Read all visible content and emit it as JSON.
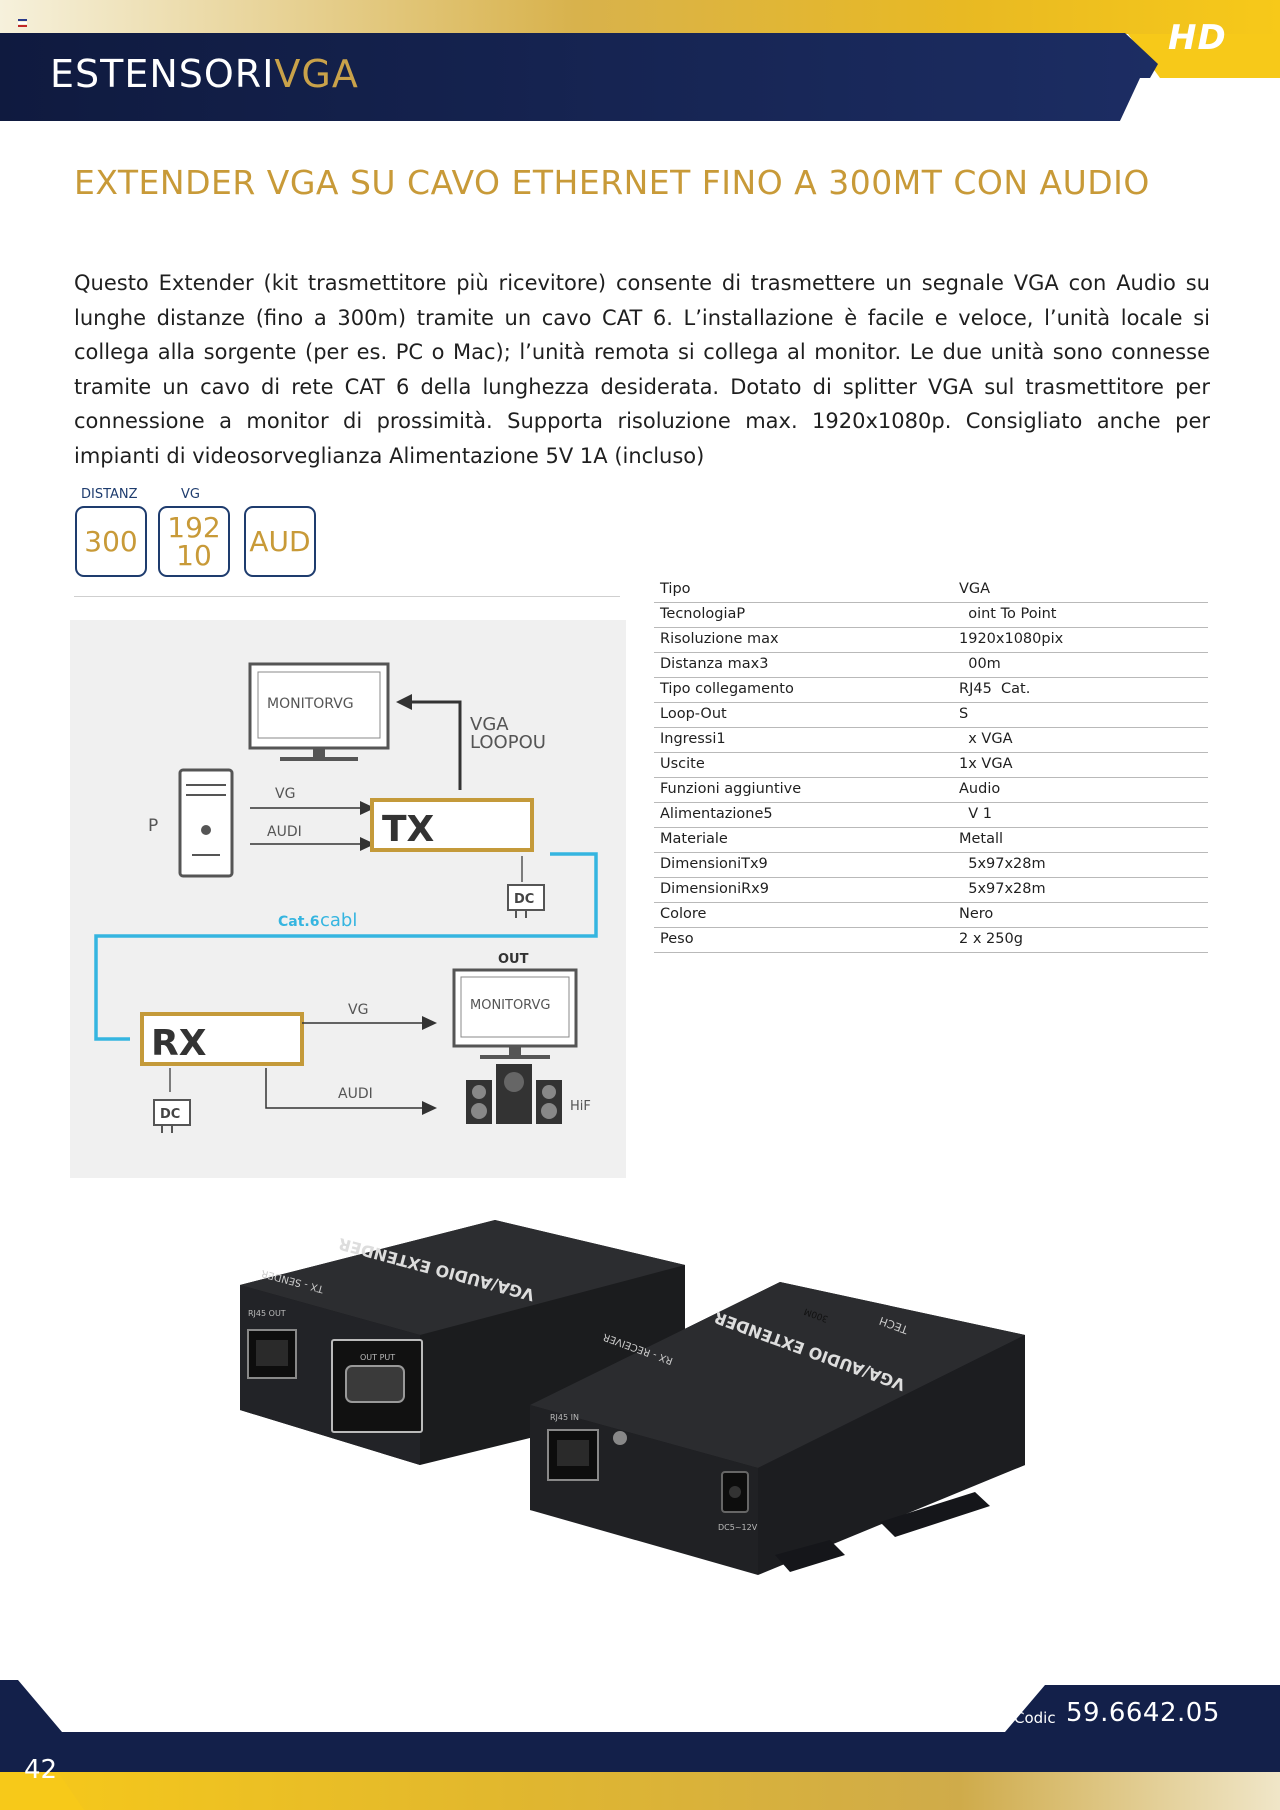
{
  "header": {
    "title_main": "ESTENSORI",
    "title_accent": "VGA",
    "badge": "HD"
  },
  "product": {
    "title": "EXTENDER VGA SU CAVO ETHERNET FINO A 300MT CON AUDIO",
    "description": "Questo Extender (kit trasmettitore più ricevitore) consente di trasmettere un segnale VGA con Audio su lunghe distanze (fino a 300m) tramite un cavo CAT 6. L’installazione è facile e veloce, l’unità locale si collega alla sorgente (per es. PC o Mac); l’unità remota si collega al monitor. Le due unità sono connesse tramite un cavo di rete CAT 6 della lunghezza desiderata. Dotato di splitter VGA sul trasmettitore per connessione a monitor di prossimità. Supporta risoluzione max. 1920x1080p. Consigliato anche per impianti di videosorveglianza Alimentazione 5V 1A (incluso)"
  },
  "badges": [
    {
      "label": "DISTANZ",
      "lines": [
        "300"
      ]
    },
    {
      "label": "VG",
      "lines": [
        "192",
        "10"
      ]
    },
    {
      "label": "",
      "lines": [
        "AUD"
      ]
    }
  ],
  "specs": [
    {
      "key": "Tipo",
      "value": "VGA"
    },
    {
      "key": "TecnologiaP",
      "value": "  oint To Point"
    },
    {
      "key": "Risoluzione max",
      "value": "1920x1080pix"
    },
    {
      "key": "Distanza max3",
      "value": "  00m"
    },
    {
      "key": "Tipo collegamento",
      "value": "RJ45  Cat."
    },
    {
      "key": "Loop-Out",
      "value": "S"
    },
    {
      "key": "Ingressi1",
      "value": "  x VGA"
    },
    {
      "key": "Uscite",
      "value": "1x VGA"
    },
    {
      "key": "Funzioni aggiuntive",
      "value": "Audio"
    },
    {
      "key": "Alimentazione5",
      "value": "  V 1"
    },
    {
      "key": "Materiale",
      "value": "Metall"
    },
    {
      "key": "DimensioniTx9",
      "value": "  5x97x28m"
    },
    {
      "key": "DimensioniRx9",
      "value": "  5x97x28m"
    },
    {
      "key": "Colore",
      "value": "Nero"
    },
    {
      "key": "Peso",
      "value": "2 x 250g"
    }
  ],
  "diagram": {
    "monitor_top": "MONITORVG",
    "vga_loop_1": "VGA",
    "vga_loop_2": "LOOPOU",
    "pc_label": "P",
    "tx_vga": "VG",
    "tx_audio": "AUDI",
    "tx_box": "TX",
    "dc_tx": "DC",
    "cable_bold": "Cat.6",
    "cable_text": "cabl",
    "out_label": "OUT",
    "monitor_bottom": "MONITORVG",
    "rx_box": "RX",
    "rx_vga": "VG",
    "rx_audio": "AUDI",
    "dc_rx": "DC",
    "hifi": "HiF"
  },
  "photo": {
    "tx_side": "TX - SENDER",
    "rx_side": "RX - RECEIVER",
    "brand": "TECH",
    "model": "VGA/AUDIO EXTENDER",
    "range": "300M",
    "port_rj45_out": "RJ45 OUT",
    "port_out": "OUT PUT",
    "port_rj45_in": "RJ45 IN",
    "port_dc": "DC5~12V"
  },
  "footer": {
    "code_label": "Codic",
    "code_value": "59.6642.05",
    "page_number": "42"
  }
}
